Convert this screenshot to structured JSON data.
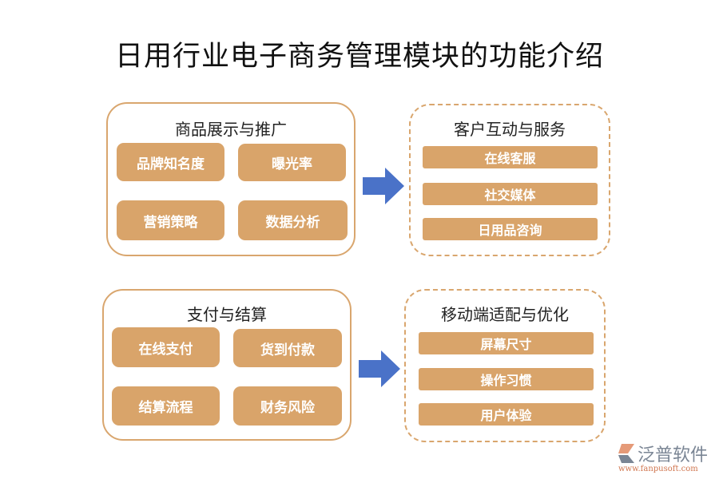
{
  "title": "日用行业电子商务管理模块的功能介绍",
  "colors": {
    "tile": "#D9A46A",
    "border": "#D9A66E",
    "arrow": "#4A72C8"
  },
  "panels": [
    {
      "title": "商品展示与推广",
      "items": [
        "品牌知名度",
        "曝光率",
        "营销策略",
        "数据分析"
      ]
    },
    {
      "title": "客户互动与服务",
      "items": [
        "在线客服",
        "社交媒体",
        "日用品咨询"
      ]
    },
    {
      "title": "支付与结算",
      "items": [
        "在线支付",
        "货到付款",
        "结算流程",
        "财务风险"
      ]
    },
    {
      "title": "移动端适配与优化",
      "items": [
        "屏幕尺寸",
        "操作习惯",
        "用户体验"
      ]
    }
  ],
  "logo": {
    "name": "泛普软件",
    "url": "www.fanpusoft.com"
  }
}
